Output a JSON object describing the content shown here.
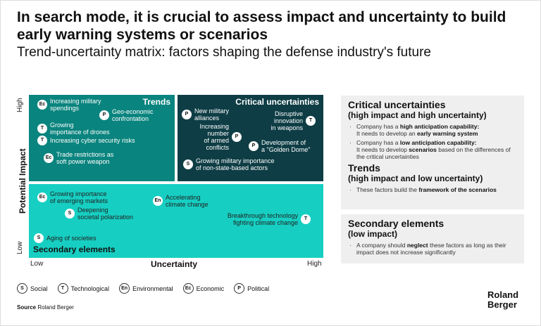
{
  "title": "In search mode, it is crucial to assess impact and uncertainty to build early warning systems or scenarios",
  "subtitle": "Trend-uncertainty matrix: factors shaping the defense industry's future",
  "matrix": {
    "y_axis": {
      "title": "Potential Impact",
      "high": "High",
      "low": "Low"
    },
    "x_axis": {
      "title": "Uncertainty",
      "low": "Low",
      "high": "High"
    },
    "trends": {
      "title": "Trends",
      "items": [
        {
          "badge": "Ec",
          "l1": "Increasing military",
          "l2": "spendings"
        },
        {
          "badge": "P",
          "l1": "Geo-economic",
          "l2": "confrontation"
        },
        {
          "badge": "T",
          "l1": "Growing",
          "l2": "importance of drones"
        },
        {
          "badge": "T",
          "l1": "Increasing cyber security risks",
          "l2": ""
        },
        {
          "badge": "Ec",
          "l1": "Trade restrictions as",
          "l2": "soft power weapon"
        }
      ]
    },
    "critical": {
      "title": "Critical uncertainties",
      "items": [
        {
          "badge": "P",
          "l1": "New military",
          "l2": "alliances"
        },
        {
          "badge": "T",
          "l1": "Disruptive",
          "l2": "innovation",
          "l3": "in weapons"
        },
        {
          "badge": "P",
          "l1": "Increasing",
          "l2": "number",
          "l3": "of armed",
          "l4": "conflicts"
        },
        {
          "badge": "P",
          "l1": "Development of",
          "l2": "a \"Golden Dome\""
        },
        {
          "badge": "S",
          "l1": "Growing military importance",
          "l2": "of non-state-based actors"
        }
      ]
    },
    "secondary": {
      "title": "Secondary elements",
      "items": [
        {
          "badge": "Ec",
          "l1": "Growing importance",
          "l2": "of emerging markets"
        },
        {
          "badge": "En",
          "l1": "Accelerating",
          "l2": "climate change"
        },
        {
          "badge": "S",
          "l1": "Deepening",
          "l2": "societal polarization"
        },
        {
          "badge": "T",
          "l1": "Breakthrough technology",
          "l2": "fighting climate change"
        },
        {
          "badge": "S",
          "l1": "Aging of societies",
          "l2": ""
        }
      ]
    }
  },
  "legend": [
    {
      "badge": "S",
      "label": "Social"
    },
    {
      "badge": "T",
      "label": "Technological"
    },
    {
      "badge": "En",
      "label": "Environmental"
    },
    {
      "badge": "Ec",
      "label": "Economic"
    },
    {
      "badge": "P",
      "label": "Political"
    }
  ],
  "panel": {
    "critical": {
      "title": "Critical uncertainties",
      "sub": "(high impact and high uncertainty)",
      "b1": {
        "a": "Company has a ",
        "b": "high anticipation capability:",
        "c": "It needs to develop an ",
        "d": "early warning system"
      },
      "b2": {
        "a": "Company has a ",
        "b": "low anticipation capability:",
        "c": "It needs to develop ",
        "d": "scenarios",
        "e": " based on the differences of the critical uncertainties"
      }
    },
    "trends": {
      "title": "Trends",
      "sub": "(high impact and low uncertainty)",
      "b1": {
        "a": "These factors build the ",
        "b": "framework of the scenarios"
      }
    },
    "secondary": {
      "title": "Secondary elements",
      "sub": "(low impact)",
      "b1": {
        "a": "A company should ",
        "b": "neglect",
        "c": " these factors as long as their impact does not increase significantly"
      }
    }
  },
  "source": {
    "label": "Source",
    "value": "Roland Berger"
  },
  "logo": {
    "l1": "Roland",
    "l2": "Berger"
  },
  "colors": {
    "trends": "#0a847e",
    "critical": "#0e3d45",
    "secondary": "#16cfc2",
    "panel": "#efefef"
  }
}
